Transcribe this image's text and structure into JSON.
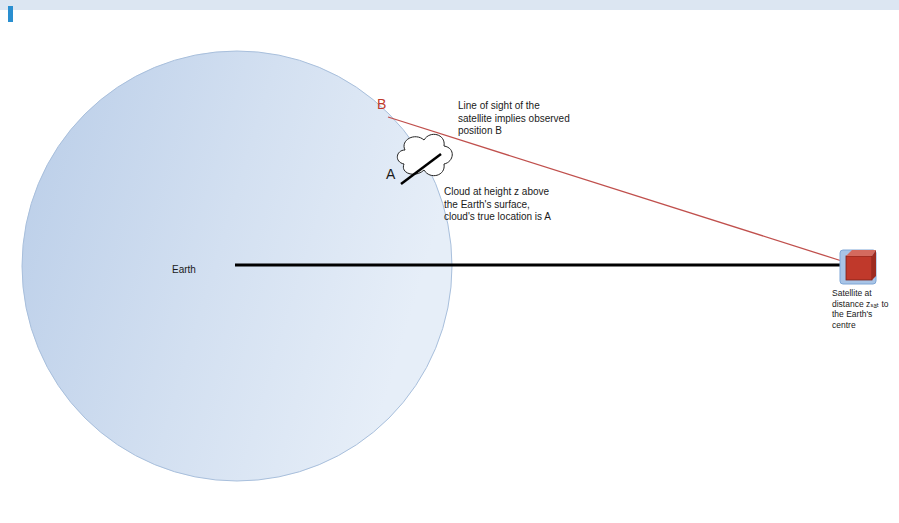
{
  "diagram": {
    "labels": [
      "Earth",
      "B",
      "A",
      "Line of sight of the satellite implies observed position B",
      "Cloud at height z above the Earth's surface, cloud's true location is A",
      "Satellite at distance zₛₐₜ to the Earth's centre"
    ]
  }
}
